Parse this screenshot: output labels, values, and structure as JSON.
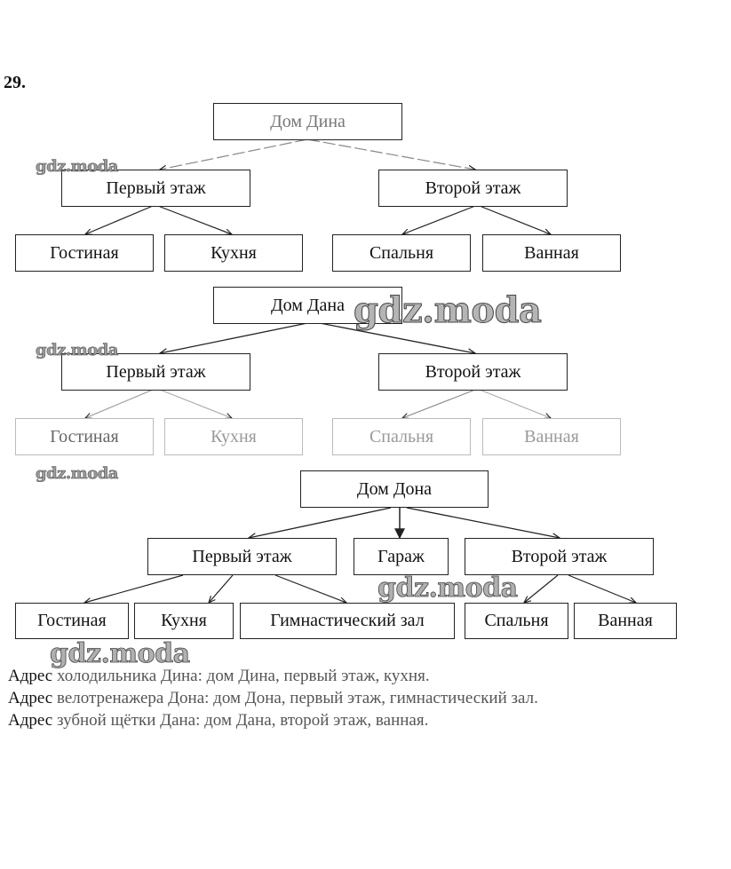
{
  "problem_number": "29.",
  "watermark": "gdz.moda",
  "trees": [
    {
      "root": "Дом Дина",
      "children": [
        {
          "label": "Первый этаж",
          "children": [
            "Гостиная",
            "Кухня"
          ]
        },
        {
          "label": "Второй этаж",
          "children": [
            "Спальня",
            "Ванная"
          ]
        }
      ]
    },
    {
      "root": "Дом Дана",
      "children": [
        {
          "label": "Первый этаж",
          "children": [
            "Гостиная",
            "Кухня"
          ]
        },
        {
          "label": "Второй этаж",
          "children": [
            "Спальня",
            "Ванная"
          ]
        }
      ]
    },
    {
      "root": "Дом Дона",
      "children": [
        {
          "label": "Первый этаж",
          "children": [
            "Гостиная",
            "Кухня",
            "Гимнастический зал"
          ]
        },
        {
          "label": "Гараж",
          "children": []
        },
        {
          "label": "Второй этаж",
          "children": [
            "Спальня",
            "Ванная"
          ]
        }
      ]
    }
  ],
  "answers": [
    {
      "lead": "Адрес",
      "text": " холодильника Дина: дом Дина, первый этаж, кухня."
    },
    {
      "lead": "Адрес",
      "text": " велотренажера Дона: дом Дона, первый этаж, гимнастический зал."
    },
    {
      "lead": "Адрес",
      "text": " зубной щётки Дана: дом Дана, второй этаж, ванная."
    }
  ]
}
